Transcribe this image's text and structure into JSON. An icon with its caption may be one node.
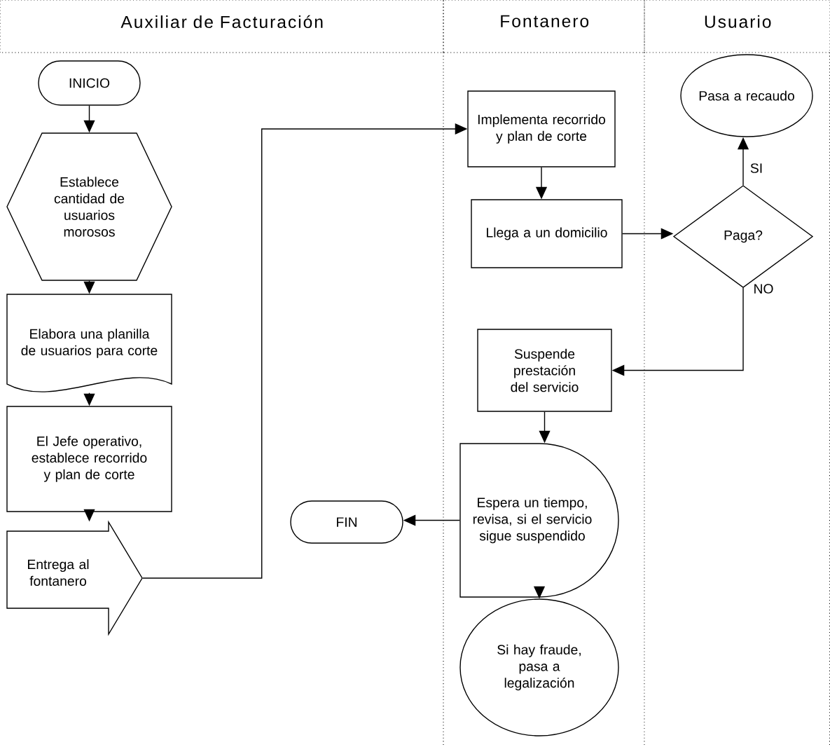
{
  "diagram": {
    "nodes": [
      {
        "text": [
          "Auxiliar de Facturación"
        ]
      },
      {
        "text": [
          "INICIO"
        ],
        "in": 0
      },
      {
        "text": [
          "Establece cantidad de usuarios morosos"
        ],
        "in": 0
      },
      {
        "text": [
          "Elabora una planilla de usuarios para corte"
        ],
        "in": 0
      },
      {
        "text": [
          "El Jefe operativo, establece recorrido y plan de corte"
        ],
        "in": 0
      },
      {
        "text": [
          "Entrega al fontanero"
        ],
        "in": 0
      },
      {
        "text": [
          "FIN"
        ],
        "in": 0
      },
      {
        "text": [
          "Fontanero"
        ]
      },
      {
        "text": [
          "Implementa recorrido y plan de corte"
        ],
        "in": 7
      },
      {
        "text": [
          "Llega a un domicilio"
        ],
        "in": 7
      },
      {
        "text": [
          "Suspende prestación del servicio"
        ],
        "in": 7
      },
      {
        "text": [
          "Espera un tiempo, revisa, si el servicio sigue suspendido"
        ],
        "in": 7
      },
      {
        "text": [
          "Si hay fraude, pasa a legalización"
        ],
        "in": 7
      },
      {
        "text": [
          "Usuario"
        ]
      },
      {
        "text": [
          "Pasa a recaudo"
        ],
        "in": 13
      },
      {
        "text": [
          "Paga?"
        ],
        "in": 13
      }
    ],
    "edges": [
      {
        "from": 1,
        "to": 2,
        "arrow": "to"
      },
      {
        "from": 2,
        "to": 3,
        "arrow": "to"
      },
      {
        "from": 3,
        "to": 4,
        "arrow": "to"
      },
      {
        "from": 4,
        "to": 5,
        "arrow": "to"
      },
      {
        "from": 5,
        "to": 8,
        "arrow": "to"
      },
      {
        "from": 8,
        "to": 9,
        "arrow": "to"
      },
      {
        "from": 9,
        "to": 15,
        "arrow": "to"
      },
      {
        "from": 15,
        "to": 14,
        "arrow": "to",
        "label": "SI"
      },
      {
        "from": 15,
        "to": 10,
        "arrow": "to",
        "label": "NO"
      },
      {
        "from": 10,
        "to": 11,
        "arrow": "to"
      },
      {
        "from": 11,
        "to": 6,
        "arrow": "to"
      },
      {
        "from": 11,
        "to": 12,
        "arrow": "to"
      }
    ]
  }
}
